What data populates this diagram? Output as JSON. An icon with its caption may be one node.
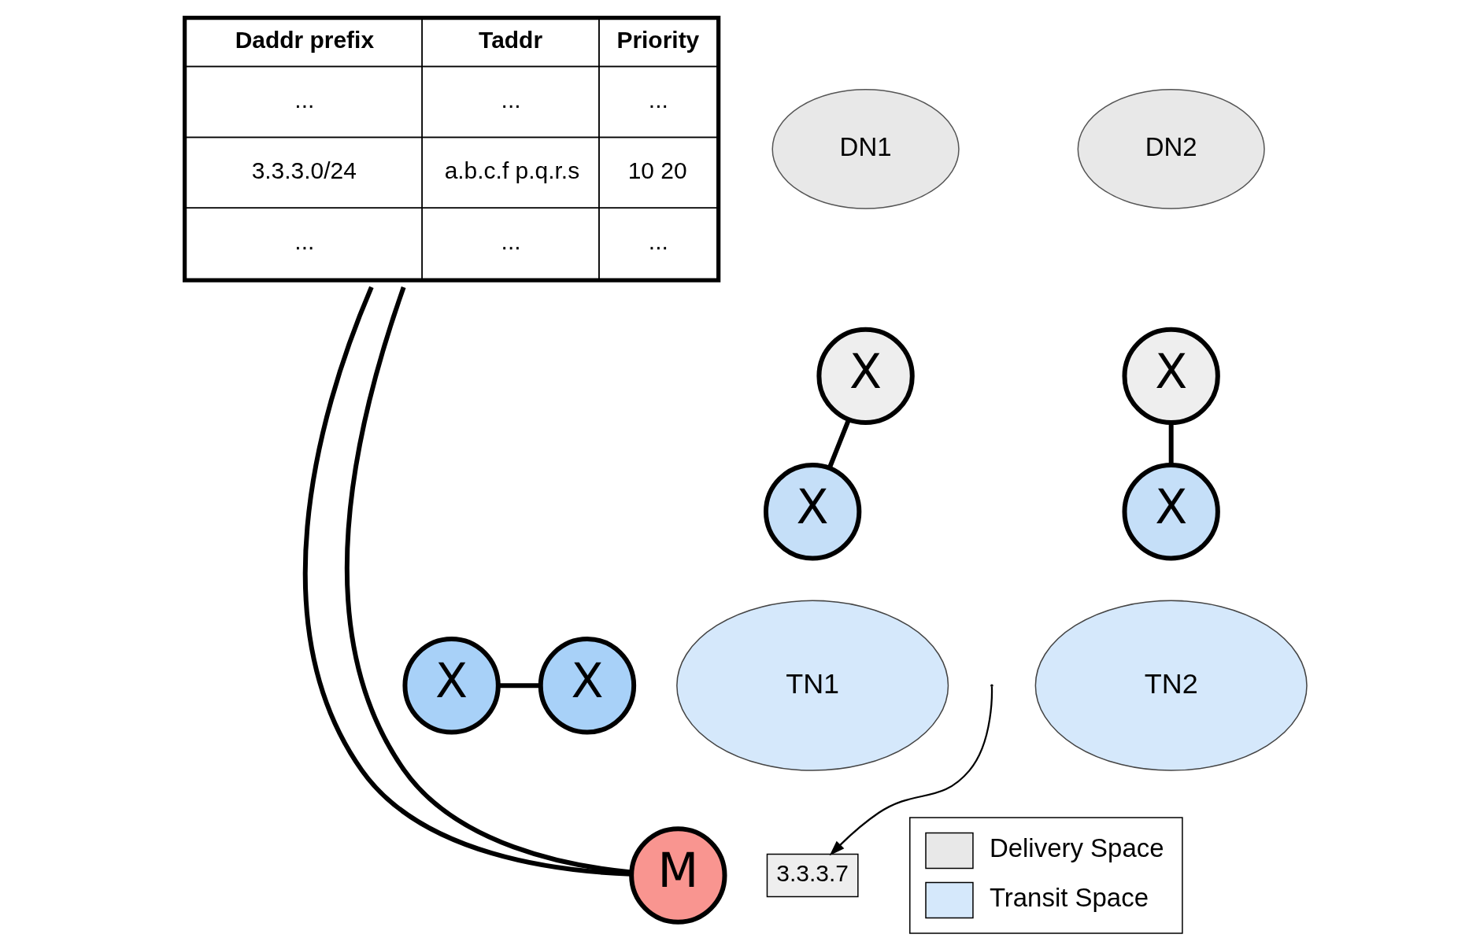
{
  "diagram": {
    "nodes": [
      {
        "text": [
          "DN1"
        ]
      },
      {
        "text": [
          "X"
        ]
      },
      {
        "text": [
          "Daddr prefix",
          "Taddr",
          "Priority",
          "...",
          "...",
          "...",
          "3.3.3.0/24",
          "a.b.c.f p.q.r.s",
          "10 20",
          "...",
          "...",
          "..."
        ]
      },
      {
        "text": [
          "DN2"
        ]
      },
      {
        "text": [
          "X"
        ]
      },
      {
        "text": [
          "X"
        ]
      },
      {
        "text": [
          "X"
        ]
      },
      {
        "text": [
          "TN1"
        ]
      },
      {
        "text": [
          "X"
        ]
      },
      {
        "text": [
          "X"
        ]
      },
      {
        "text": [
          "TN2"
        ]
      },
      {
        "text": [
          "M"
        ]
      },
      {
        "text": [
          "3.3.3.7"
        ]
      }
    ],
    "edges": [
      {
        "from": 1,
        "to": 5,
        "arrow": "none"
      },
      {
        "from": 4,
        "to": 6,
        "arrow": "none"
      },
      {
        "from": 8,
        "to": 9,
        "arrow": "none"
      },
      {
        "from": 2,
        "to": 11,
        "arrow": "none"
      },
      {
        "from": 2,
        "to": 11,
        "arrow": "none"
      },
      {
        "from": null,
        "to": 12,
        "arrow": "to"
      }
    ],
    "legend": [
      {
        "text": "Delivery Space",
        "color": "#e8e8e8"
      },
      {
        "text": "Transit Space",
        "color": "#d5e8fb"
      }
    ]
  }
}
